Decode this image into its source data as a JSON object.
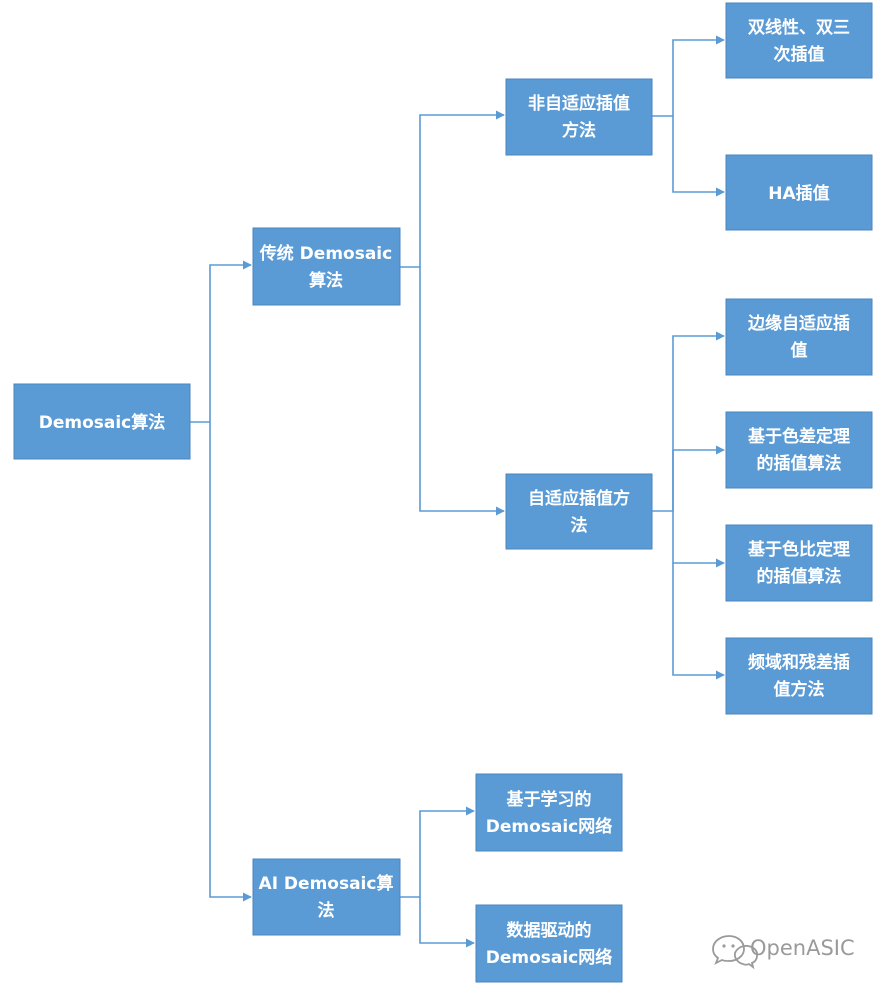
{
  "diagram": {
    "root": {
      "lines": [
        "Demosaic算法"
      ]
    },
    "traditional": {
      "lines": [
        "传统 Demosaic",
        "算法"
      ]
    },
    "ai": {
      "lines": [
        "AI Demosaic算",
        "法"
      ]
    },
    "non_adaptive": {
      "lines": [
        "非自适应插值",
        "方法"
      ]
    },
    "adaptive": {
      "lines": [
        "自适应插值方",
        "法"
      ]
    },
    "bilinear": {
      "lines": [
        "双线性、双三",
        "次插值"
      ]
    },
    "ha": {
      "lines": [
        "HA插值"
      ]
    },
    "edge": {
      "lines": [
        "边缘自适应插",
        "值"
      ]
    },
    "color_diff": {
      "lines": [
        "基于色差定理",
        "的插值算法"
      ]
    },
    "color_ratio": {
      "lines": [
        "基于色比定理",
        "的插值算法"
      ]
    },
    "frequency": {
      "lines": [
        "频域和残差插",
        "值方法"
      ]
    },
    "learning": {
      "lines": [
        "基于学习的",
        "Demosaic网络"
      ]
    },
    "data_driven": {
      "lines": [
        "数据驱动的",
        "Demosaic网络"
      ]
    }
  },
  "watermark": {
    "text": "OpenASIC"
  },
  "colors": {
    "box": "#5b9bd5",
    "line": "#5b9bd5",
    "text": "#ffffff"
  }
}
